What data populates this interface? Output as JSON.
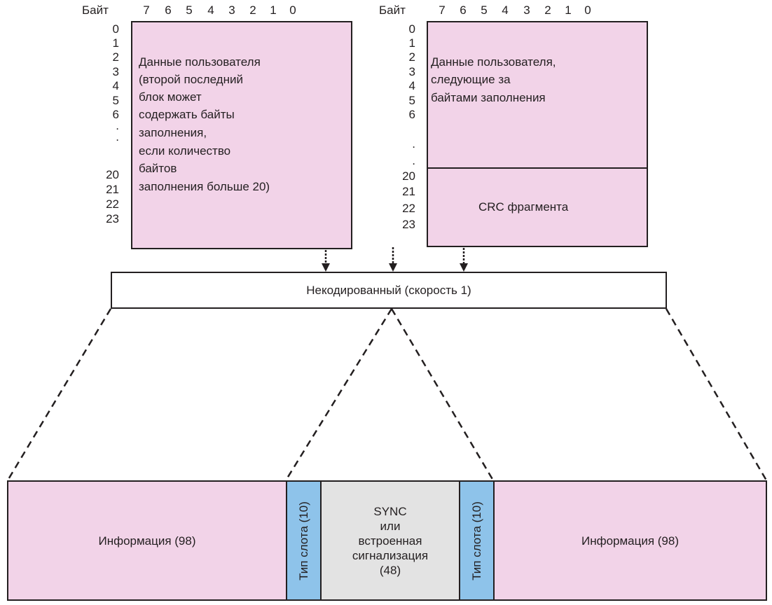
{
  "left_block": {
    "byte_label": "Байт",
    "bit_labels": [
      "7",
      "6",
      "5",
      "4",
      "3",
      "2",
      "1",
      "0"
    ],
    "row_labels": [
      "0",
      "1",
      "2",
      "3",
      "4",
      "5",
      "6",
      ".",
      ".",
      "20",
      "21",
      "22",
      "23"
    ],
    "text_lines": [
      "Данные пользователя",
      "(второй последний",
      "блок может",
      "содержать байты",
      "заполнения,",
      "если количество",
      "байтов",
      "заполнения больше 20)"
    ]
  },
  "right_block": {
    "byte_label": "Байт",
    "bit_labels": [
      "7",
      "6",
      "5",
      "4",
      "3",
      "2",
      "1",
      "0"
    ],
    "row_labels": [
      "0",
      "1",
      "2",
      "3",
      "4",
      "5",
      "6",
      ".",
      ".",
      "20",
      "21",
      "22",
      "23"
    ],
    "text_lines": [
      "Данные пользователя,",
      "следующие за",
      "байтами заполнения"
    ],
    "crc_label": "CRC фрагмента"
  },
  "uncoded_bar": {
    "label": "Некодированный (скорость 1)"
  },
  "burst": {
    "segments": [
      {
        "id": "info-left",
        "label": "Информация (98)",
        "color": "#f2d3e8"
      },
      {
        "id": "slot-type-left",
        "label": "Тип слота (10)",
        "color": "#8ec3ea"
      },
      {
        "id": "sync",
        "label_lines": [
          "SYNC",
          "или",
          "встроенная",
          "сигнализация",
          "(48)"
        ],
        "color": "#e3e3e3"
      },
      {
        "id": "slot-type-right",
        "label": "Тип слота (10)",
        "color": "#8ec3ea"
      },
      {
        "id": "info-right",
        "label": "Информация (98)",
        "color": "#f2d3e8"
      }
    ]
  }
}
